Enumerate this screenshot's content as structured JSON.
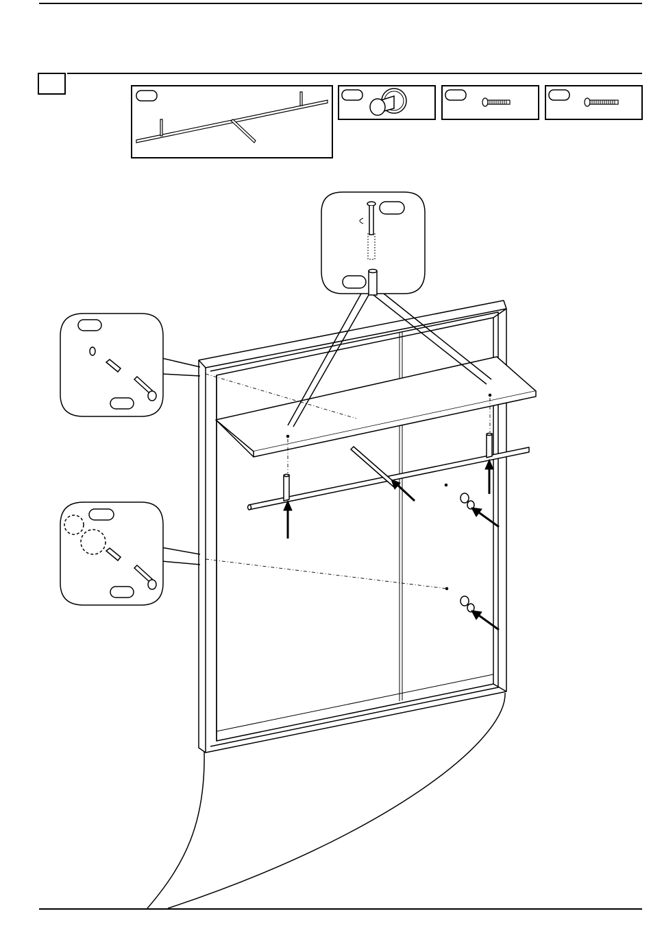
{
  "diagram": {
    "parts": [
      {
        "id": "rail-with-supports",
        "icon": "rail-icon"
      },
      {
        "id": "knob-hook",
        "icon": "hook-icon"
      },
      {
        "id": "screw-short",
        "icon": "screw-icon"
      },
      {
        "id": "screw-long",
        "icon": "screw-icon"
      }
    ],
    "colors": {
      "ink": "#000000",
      "paper": "#ffffff"
    }
  }
}
